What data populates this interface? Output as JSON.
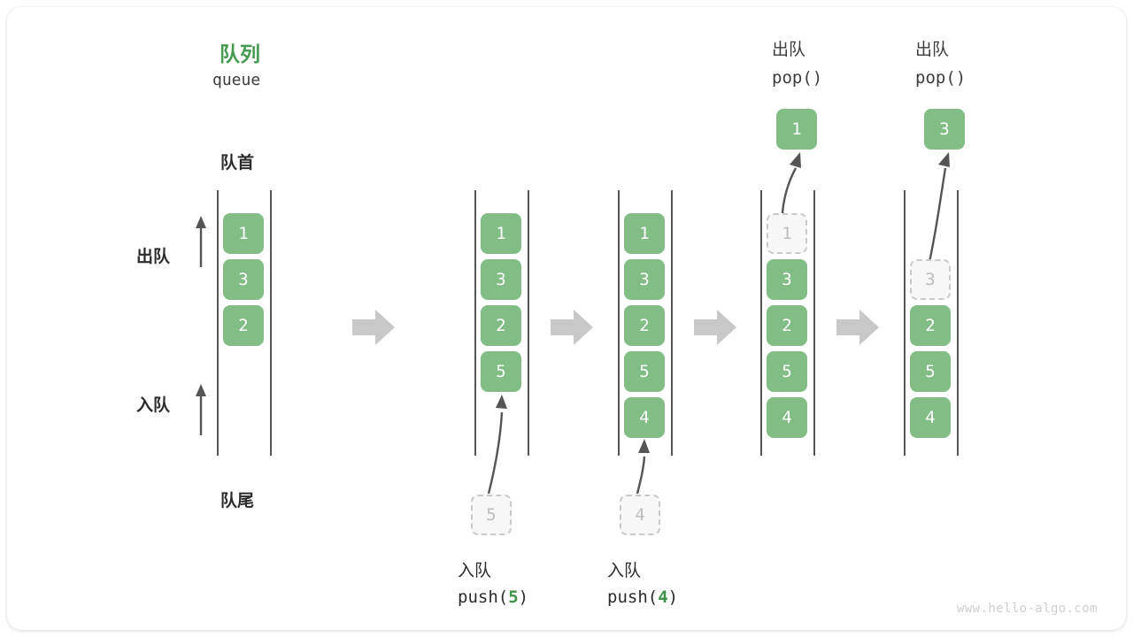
{
  "diagram": {
    "title_cn": "队列",
    "title_en": "queue",
    "front_label": "队首",
    "rear_label": "队尾",
    "dequeue_label": "出队",
    "enqueue_label": "入队",
    "watermark": "www.hello-algo.com",
    "accent_color": "#469B53",
    "cell_color": "#83BD86",
    "ghost_color": "#c9c9c9",
    "flow_arrow_color": "#c8c8c8"
  },
  "columns": [
    {
      "id": "initial",
      "header_cn": "",
      "header_code": "",
      "cells": [
        "1",
        "3",
        "2"
      ],
      "ghost_index": -1,
      "empty_index": -1,
      "popped_value": "",
      "incoming_value": "",
      "caption_cn": "",
      "caption_code": ""
    },
    {
      "id": "push-5",
      "header_cn": "",
      "header_code": "",
      "cells": [
        "1",
        "3",
        "2",
        "5"
      ],
      "ghost_index": -1,
      "empty_index": -1,
      "popped_value": "",
      "incoming_value": "5",
      "caption_cn": "入队",
      "caption_code": "push(5)",
      "caption_arg": "5"
    },
    {
      "id": "push-4",
      "header_cn": "",
      "header_code": "",
      "cells": [
        "1",
        "3",
        "2",
        "5",
        "4"
      ],
      "ghost_index": -1,
      "empty_index": -1,
      "popped_value": "",
      "incoming_value": "4",
      "caption_cn": "入队",
      "caption_code": "push(4)",
      "caption_arg": "4"
    },
    {
      "id": "pop-1",
      "header_cn": "出队",
      "header_code": "pop()",
      "cells": [
        "1",
        "3",
        "2",
        "5",
        "4"
      ],
      "ghost_index": 0,
      "empty_index": -1,
      "popped_value": "1",
      "incoming_value": "",
      "caption_cn": "",
      "caption_code": ""
    },
    {
      "id": "pop-3",
      "header_cn": "出队",
      "header_code": "pop()",
      "cells": [
        "",
        "3",
        "2",
        "5",
        "4"
      ],
      "ghost_index": 1,
      "empty_index": 0,
      "popped_value": "3",
      "incoming_value": "",
      "caption_cn": "",
      "caption_code": ""
    }
  ],
  "flow_arrows": [
    {
      "name": "flow-arrow-1"
    },
    {
      "name": "flow-arrow-2"
    },
    {
      "name": "flow-arrow-3"
    },
    {
      "name": "flow-arrow-4"
    }
  ]
}
